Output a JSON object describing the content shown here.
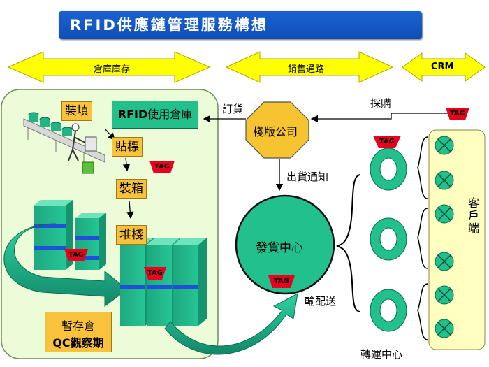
{
  "title": "RFID供應鏈管理服務構想",
  "bands": {
    "warehouse": "倉庫庫存",
    "sales_channel": "銷售通路",
    "crm": "CRM"
  },
  "process": {
    "fill": "裝填",
    "label": "貼標",
    "boxing": "裝箱",
    "stacking": "堆棧",
    "rfid_warehouse_bold": "RFID",
    "rfid_warehouse_rest": "使用倉庫",
    "temp_storage_line1": "暫存倉",
    "temp_storage_line2": "QC觀察期"
  },
  "nodes": {
    "platform_company": "棧版公司",
    "distribution_center": "發貨中心",
    "transfer_center": "轉運中心",
    "customer": "客戶端"
  },
  "flows": {
    "order": "訂貨",
    "purchase": "採購",
    "shipping_notice": "出貨通知",
    "delivery": "輸配送"
  },
  "tag_label": "TAG",
  "colors": {
    "title_bg": "#1a5cc8",
    "band_arrow": "#ffff00",
    "process_box": "#f8c23c",
    "green_box": "#22c08c",
    "panel_bg": "#ecfbd8",
    "tag_red": "#e8001c",
    "octagon": "#f6c430",
    "crm_panel": "#ffffc0"
  }
}
